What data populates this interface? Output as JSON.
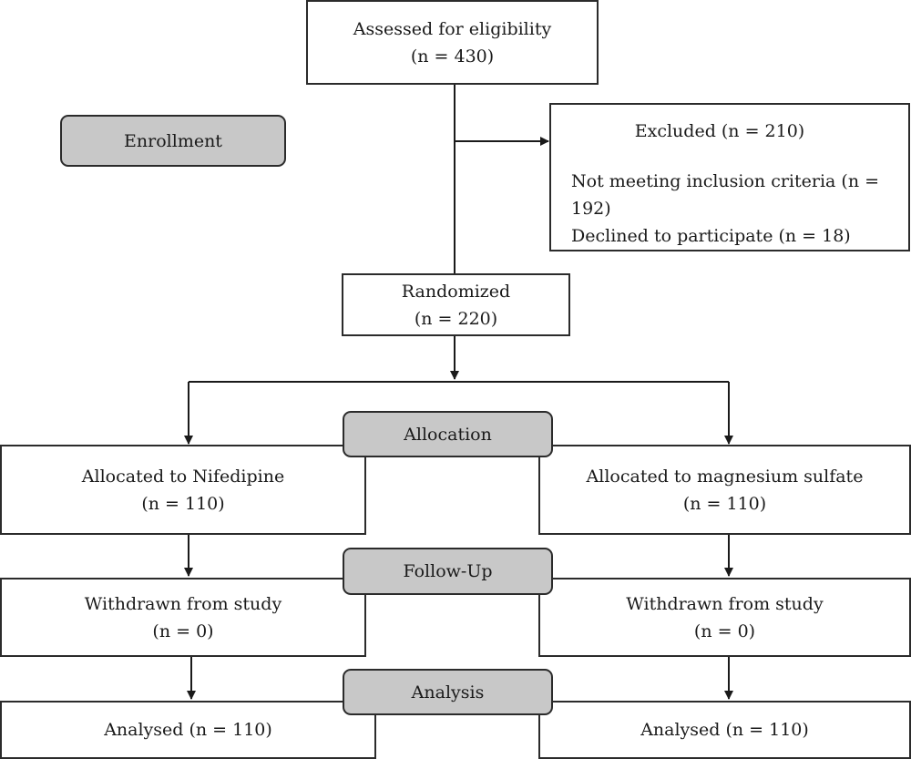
{
  "enrollment": {
    "assessed": {
      "title": "Assessed for eligibility",
      "count": "(n = 430)"
    },
    "stage_label": "Enrollment",
    "excluded": {
      "title": "Excluded (n = 210)",
      "reasons": [
        "Not meeting inclusion criteria (n = 192)",
        "Declined to participate (n = 18)"
      ]
    },
    "randomized": {
      "title": "Randomized",
      "count": "(n = 220)"
    }
  },
  "allocation": {
    "stage_label": "Allocation",
    "left": {
      "title": "Allocated to Nifedipine",
      "count": "(n = 110)"
    },
    "right": {
      "title": "Allocated to magnesium sulfate",
      "count": "(n = 110)"
    }
  },
  "follow_up": {
    "stage_label": "Follow-Up",
    "left": {
      "title": "Withdrawn from study",
      "count": "(n = 0)"
    },
    "right": {
      "title": "Withdrawn from study",
      "count": "(n = 0)"
    }
  },
  "analysis": {
    "stage_label": "Analysis",
    "left": {
      "title": "Analysed (n = 110)"
    },
    "right": {
      "title": "Analysed (n = 110)"
    }
  }
}
